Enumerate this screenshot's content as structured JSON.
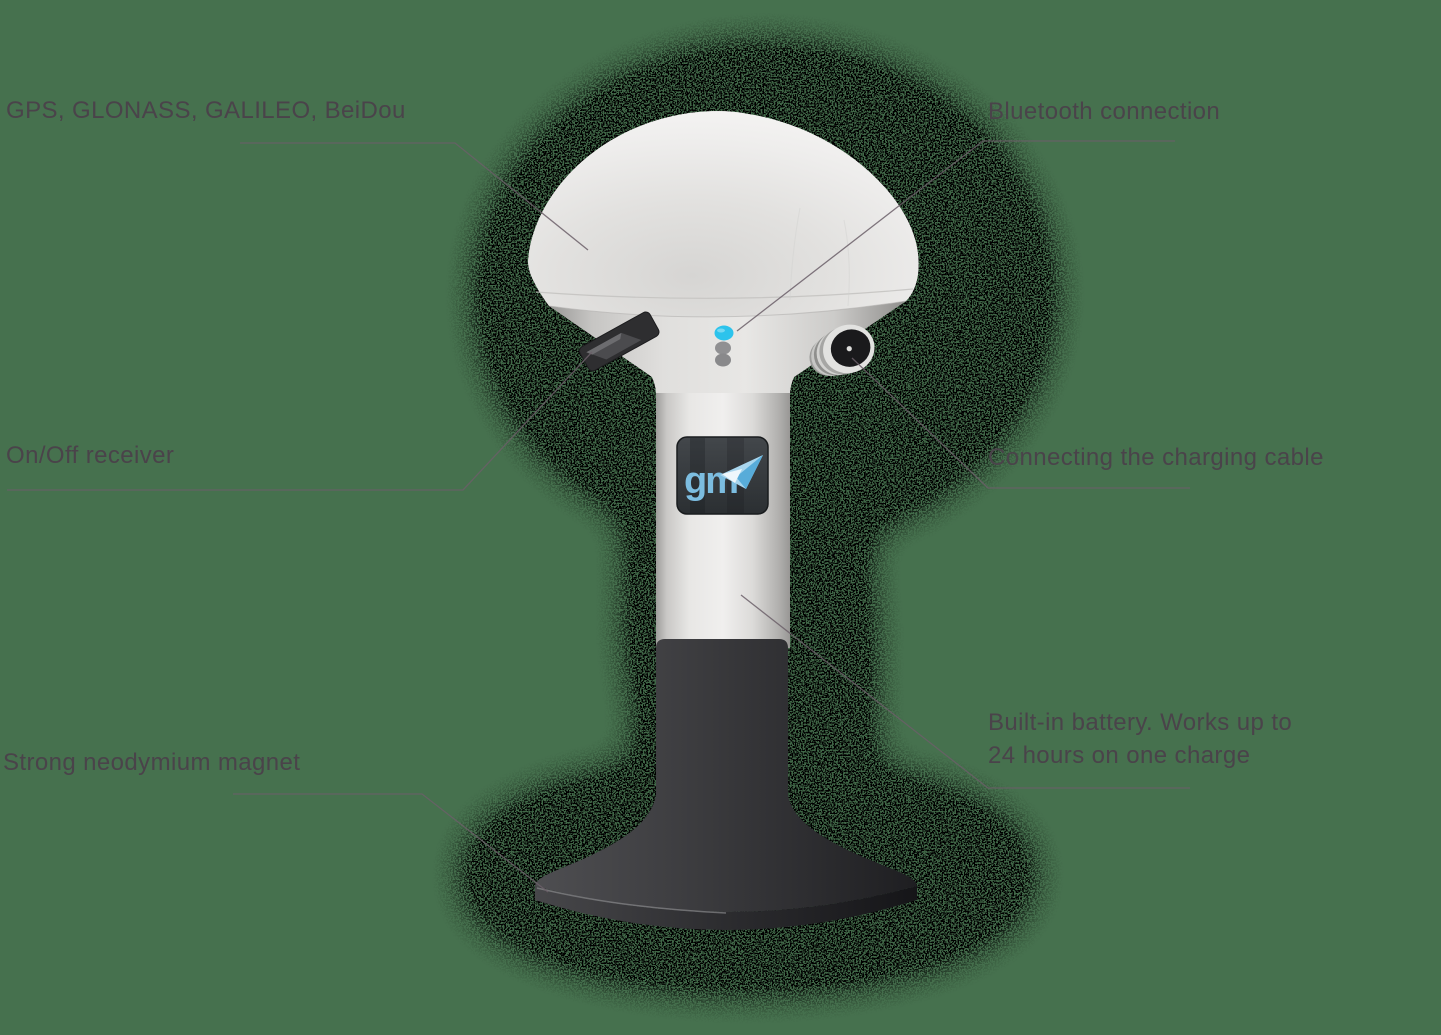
{
  "page": {
    "background_color": "#46714e"
  },
  "device": {
    "name": "GNSS receiver with magnetic mount",
    "logo_text": "gm",
    "led_bluetooth_color": "#2cc3ec",
    "led_inactive_color": "#8f9092",
    "body_light_color": "#e9e8e6",
    "base_dark_color": "#2e2e31"
  },
  "annotations": {
    "gnss": {
      "label": "GPS, GLONASS, GALILEO, BeiDou"
    },
    "bluetooth": {
      "label": "Bluetooth connection"
    },
    "power": {
      "label": "On/Off receiver"
    },
    "charging": {
      "label": "Connecting the charging cable"
    },
    "magnet": {
      "label": "Strong neodymium magnet"
    },
    "battery": {
      "lines": [
        "Built-in battery. Works up to",
        "24 hours on one charge"
      ]
    }
  },
  "style": {
    "label_color": "#4a434a",
    "callout_line_color": "#6b5f69"
  }
}
